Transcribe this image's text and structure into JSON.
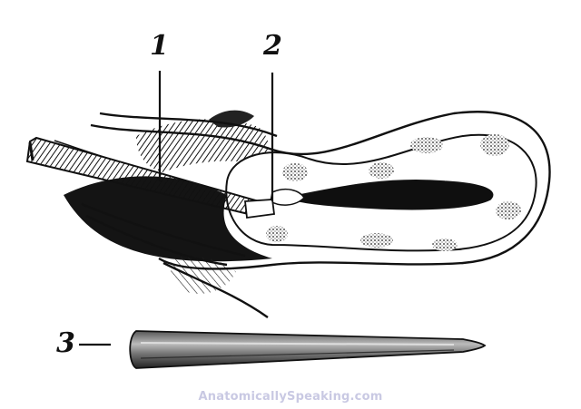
{
  "callouts": {
    "one": "1",
    "two": "2",
    "three": "3"
  },
  "watermark": "AnatomicallySpeaking.com",
  "colors": {
    "ink": "#111111",
    "watermark": "#c9c9e3",
    "background": "#ffffff"
  }
}
